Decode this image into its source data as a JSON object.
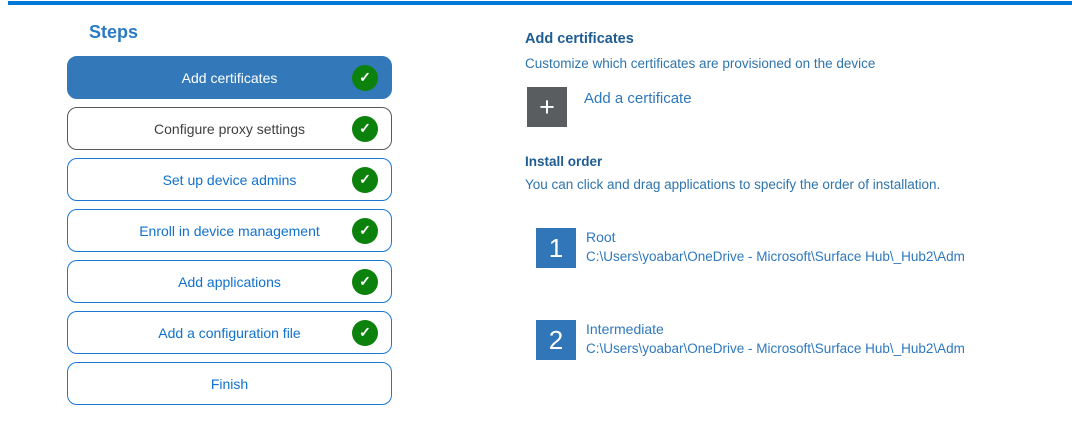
{
  "colors": {
    "accent": "#0078d7",
    "steps-title": "#2b7bc4",
    "active-fill": "#3379ba",
    "blue-border": "#1a78d4",
    "blue-text": "#1171ce",
    "gray-border": "#595959",
    "gray-text": "#3f3f3f",
    "check-green": "#0c810c",
    "heading-blue": "#1e5c92",
    "body-blue": "#2e74ae",
    "tile-gray": "#595d60",
    "tile-blue": "#3076b8",
    "item-blue": "#2e78be"
  },
  "steps_panel": {
    "title": "Steps",
    "check_glyph": "✓",
    "steps": [
      {
        "label": "Add certificates",
        "state": "active",
        "checked": true
      },
      {
        "label": "Configure proxy settings",
        "state": "gray",
        "checked": true
      },
      {
        "label": "Set up device admins",
        "state": "default",
        "checked": true
      },
      {
        "label": "Enroll in device management",
        "state": "default",
        "checked": true
      },
      {
        "label": "Add applications",
        "state": "default",
        "checked": true
      },
      {
        "label": "Add a configuration file",
        "state": "default",
        "checked": true
      },
      {
        "label": "Finish",
        "state": "default",
        "checked": false
      }
    ]
  },
  "content": {
    "title": "Add certificates",
    "subtitle": "Customize which certificates are provisioned on the device",
    "add_button": {
      "icon_glyph": "+",
      "label": "Add a certificate"
    },
    "install_order": {
      "title": "Install order",
      "description": "You can click and drag applications to specify the order of installation.",
      "items": [
        {
          "order": "1",
          "name": "Root",
          "path": "C:\\Users\\yoabar\\OneDrive - Microsoft\\Surface Hub\\_Hub2\\Adm"
        },
        {
          "order": "2",
          "name": "Intermediate",
          "path": "C:\\Users\\yoabar\\OneDrive - Microsoft\\Surface Hub\\_Hub2\\Adm"
        }
      ]
    }
  }
}
